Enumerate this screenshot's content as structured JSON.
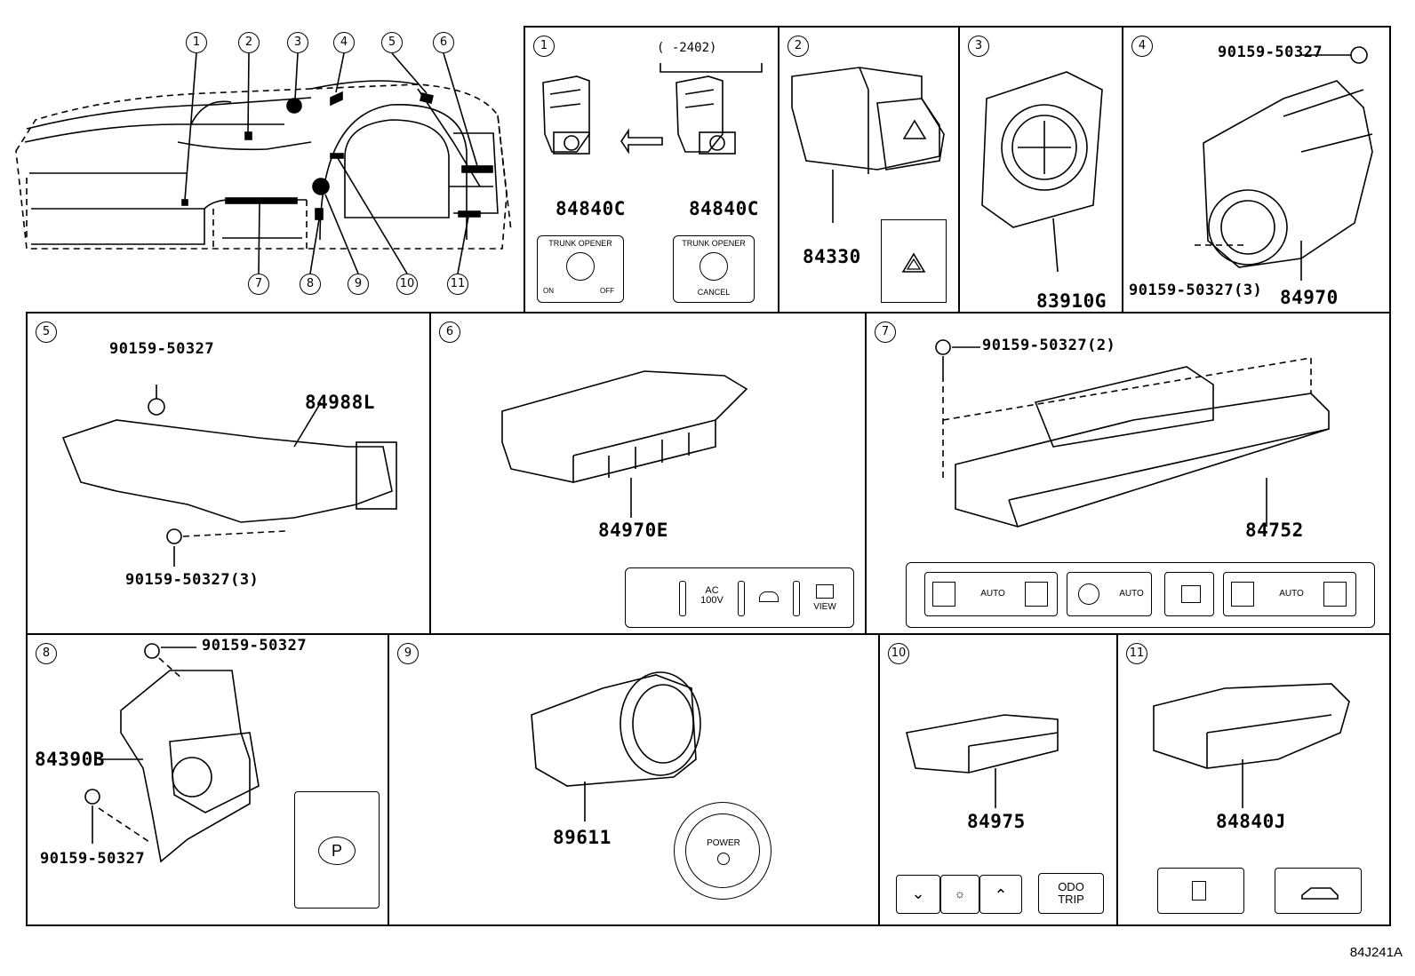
{
  "overview": {
    "callouts": [
      "1",
      "2",
      "3",
      "4",
      "5",
      "6",
      "7",
      "8",
      "9",
      "10",
      "11"
    ]
  },
  "panels": [
    {
      "id": "1",
      "parts": [
        "84840C",
        "84840C"
      ],
      "note": "(    -2402)",
      "labels": {
        "left_title": "TRUNK OPENER",
        "left_on": "ON",
        "left_off": "OFF",
        "right_title": "TRUNK OPENER",
        "right_cancel": "CANCEL"
      }
    },
    {
      "id": "2",
      "parts": [
        "84330"
      ]
    },
    {
      "id": "3",
      "parts": [
        "83910G"
      ]
    },
    {
      "id": "4",
      "parts": [
        "84970"
      ],
      "bolts": [
        "90159-50327",
        "90159-50327(3)"
      ]
    },
    {
      "id": "5",
      "parts": [
        "84988L"
      ],
      "bolts": [
        "90159-50327",
        "90159-50327(3)"
      ]
    },
    {
      "id": "6",
      "parts": [
        "84970E"
      ],
      "labels": {
        "ac": "AC\n100V",
        "view": "VIEW"
      }
    },
    {
      "id": "7",
      "parts": [
        "84752"
      ],
      "bolts": [
        "90159-50327(2)"
      ],
      "labels": {
        "auto": "AUTO"
      }
    },
    {
      "id": "8",
      "parts": [
        "84390B"
      ],
      "bolts": [
        "90159-50327",
        "90159-50327"
      ]
    },
    {
      "id": "9",
      "parts": [
        "89611"
      ],
      "labels": {
        "power": "POWER"
      }
    },
    {
      "id": "10",
      "parts": [
        "84975"
      ],
      "labels": {
        "odo": "ODO",
        "trip": "TRIP"
      }
    },
    {
      "id": "11",
      "parts": [
        "84840J"
      ]
    }
  ],
  "diagram_code": "84J241A",
  "icons": [
    "hazard-triangle-icon",
    "power-icon",
    "parking-brake-icon",
    "fuel-door-icon",
    "trunk-icon",
    "seat-heater-icon",
    "steering-heater-icon",
    "wiper-icon",
    "camera-view-icon"
  ]
}
